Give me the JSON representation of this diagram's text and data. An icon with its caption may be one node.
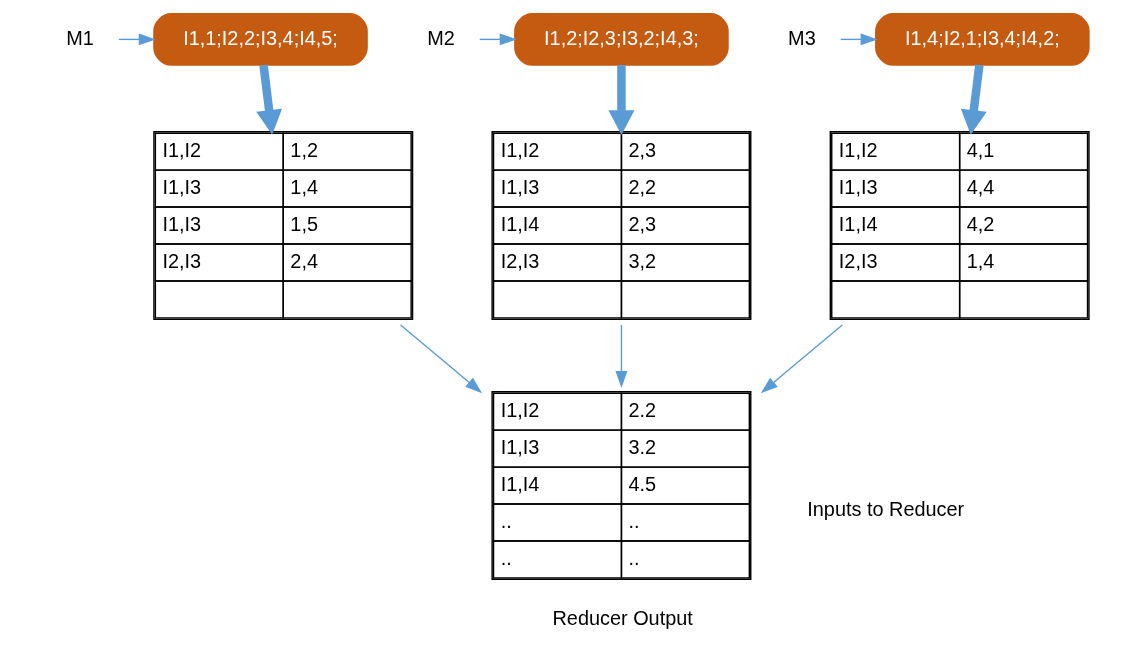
{
  "diagram": {
    "nodes": [
      {
        "text": [
          "M1"
        ]
      },
      {
        "text": [
          "I1,1;I2,2;I3,4;I4,5;"
        ]
      },
      {
        "text": [
          "I1,I2",
          "1,2",
          "I1,I3",
          "1,4",
          "I1,I3",
          "1,5",
          "I2,I3",
          "2,4"
        ]
      },
      {
        "text": [
          "M2"
        ]
      },
      {
        "text": [
          "I1,2;I2,3;I3,2;I4,3;"
        ]
      },
      {
        "text": [
          "I1,I2",
          "2,3",
          "I1,I3",
          "2,2",
          "I1,I4",
          "2,3",
          "I2,I3",
          "3,2"
        ]
      },
      {
        "text": [
          "M3"
        ]
      },
      {
        "text": [
          "I1,4;I2,1;I3,4;I4,2;"
        ]
      },
      {
        "text": [
          "I1,I2",
          "4,1",
          "I1,I3",
          "4,4",
          "I1,I4",
          "4,2",
          "I2,I3",
          "1,4"
        ]
      },
      {
        "text": [
          "I1,I2",
          "2.2",
          "I1,I3",
          "3.2",
          "I1,I4",
          "4.5",
          "..",
          "..",
          "..",
          ".."
        ],
        "beside": [
          "Reducer Output"
        ]
      }
    ],
    "edges": [
      {
        "from": 0,
        "to": 1,
        "arrow": "to"
      },
      {
        "from": 1,
        "to": 2,
        "arrow": "to",
        "style": "thick"
      },
      {
        "from": 3,
        "to": 4,
        "arrow": "to"
      },
      {
        "from": 4,
        "to": 5,
        "arrow": "to",
        "style": "thick"
      },
      {
        "from": 6,
        "to": 7,
        "arrow": "to"
      },
      {
        "from": 7,
        "to": 8,
        "arrow": "to",
        "style": "thick"
      },
      {
        "from": 2,
        "to": 9,
        "arrow": "to"
      },
      {
        "from": 5,
        "to": 9,
        "arrow": "to"
      },
      {
        "from": 8,
        "to": 9,
        "arrow": "to"
      }
    ],
    "labels": [
      "Inputs to Reducer"
    ]
  }
}
